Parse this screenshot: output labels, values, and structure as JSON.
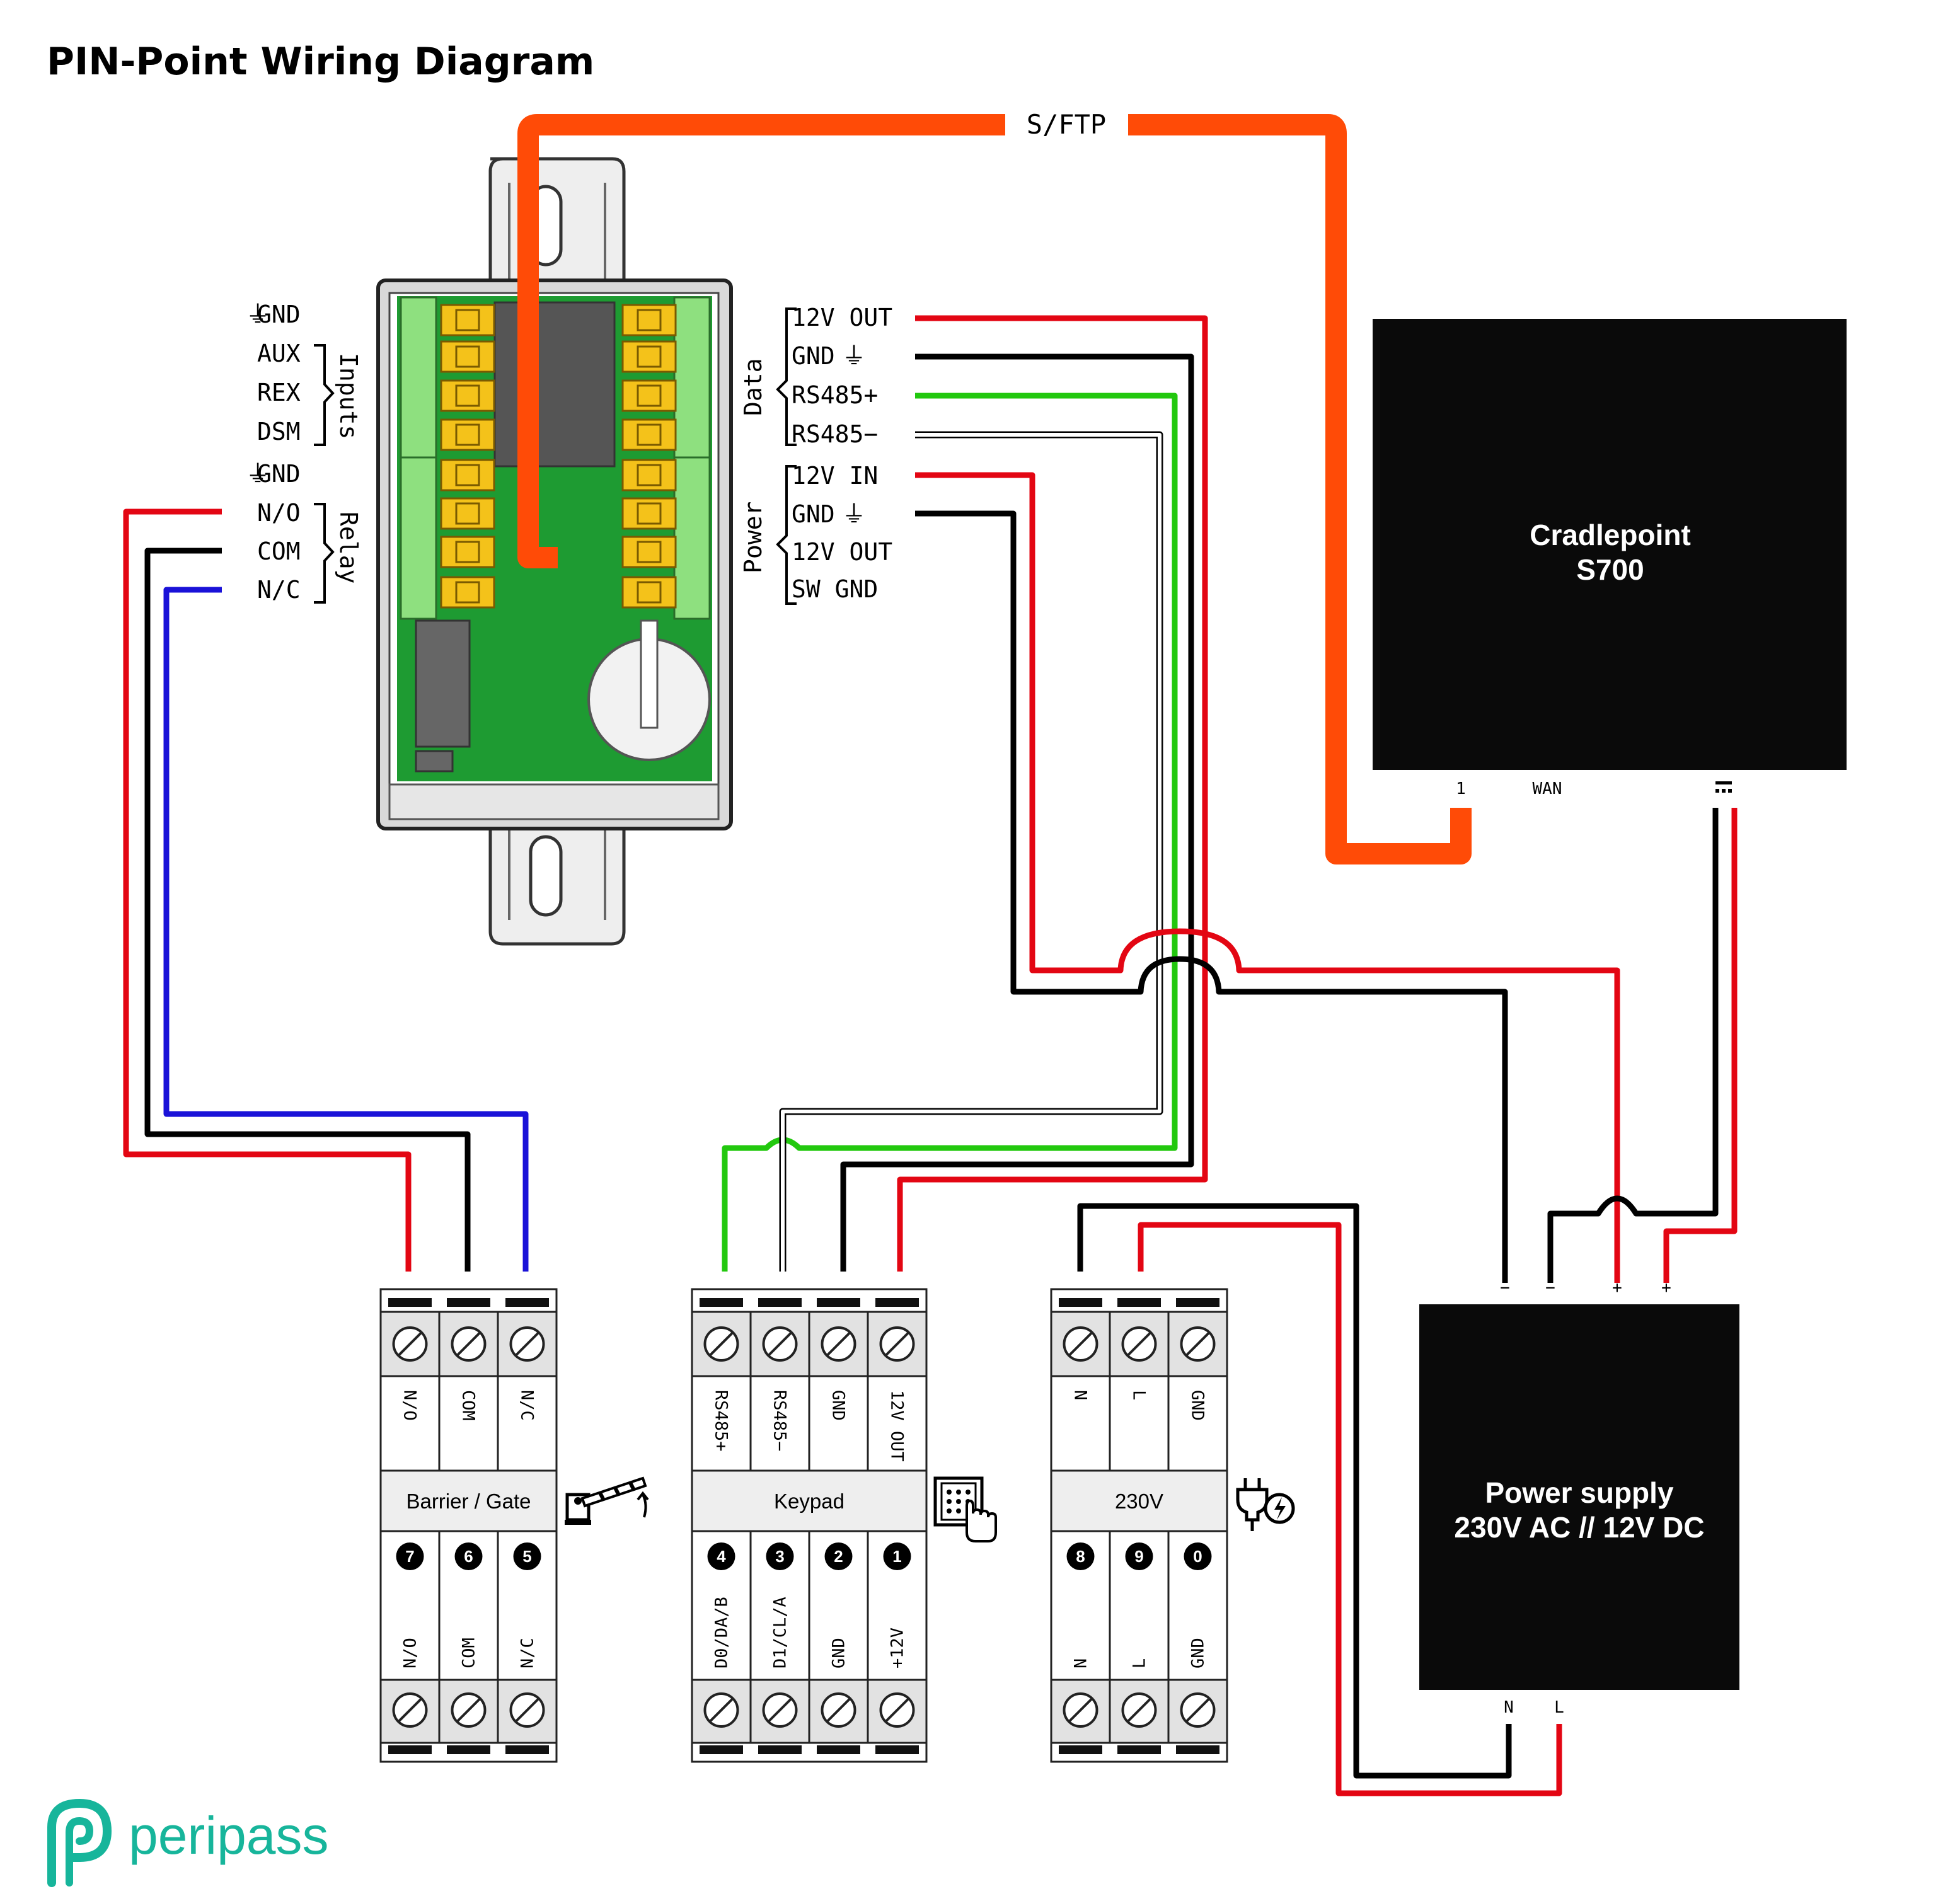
{
  "title": "PIN-Point Wiring Diagram",
  "colors": {
    "red": "#e30613",
    "black": "#000000",
    "green": "#22c80e",
    "blue": "#1a12d8",
    "orange": "#ff4b07",
    "pcb_green": "#1e9b32",
    "terminal_green": "#8ee07f",
    "terminal_yellow": "#f4c21a",
    "logo_teal": "#17b59b"
  },
  "cable_label": "S/FTP",
  "controller": {
    "left_terminals": {
      "gnd_top": "GND",
      "aux": "AUX",
      "rex": "REX",
      "dsm": "DSM",
      "gnd_mid": "GND",
      "no": "N/O",
      "com": "COM",
      "nc": "N/C"
    },
    "inputs_group": "Inputs",
    "relay_group": "Relay",
    "right_terminals": {
      "out12v_data": "12V OUT",
      "gnd_data": "GND",
      "rs485p": "RS485+",
      "rs485m": "RS485−",
      "in12v": "12V IN",
      "gnd_power": "GND",
      "out12v_power": "12V OUT",
      "sw_gnd": "SW GND"
    },
    "data_group": "Data",
    "power_group": "Power"
  },
  "router": {
    "name_line1": "Cradlepoint",
    "name_line2": "S700",
    "port_1": "1",
    "port_wan": "WAN",
    "dc_icon": "dc-power-icon"
  },
  "psu": {
    "name_line1": "Power supply",
    "name_line2": "230V AC // 12V DC",
    "top_terminals": [
      "−",
      "−",
      "+",
      "+"
    ],
    "bottom_terminals": [
      "N",
      "L"
    ]
  },
  "blocks": {
    "barrier": {
      "title": "Barrier / Gate",
      "icon": "barrier-gate-icon",
      "top_labels": [
        "N/O",
        "COM",
        "N/C"
      ],
      "numbers": [
        "7",
        "6",
        "5"
      ],
      "bottom_labels": [
        "N/O",
        "COM",
        "N/C"
      ]
    },
    "keypad": {
      "title": "Keypad",
      "icon": "keypad-icon",
      "top_labels": [
        "RS485+",
        "RS485−",
        "GND",
        "12V OUT"
      ],
      "numbers": [
        "4",
        "3",
        "2",
        "1"
      ],
      "bottom_labels": [
        "D0/DA/B",
        "D1/CL/A",
        "GND",
        "+12V"
      ]
    },
    "mains": {
      "title": "230V",
      "icon": "power-plug-icon",
      "top_labels": [
        "N",
        "L",
        "GND"
      ],
      "numbers": [
        "8",
        "9",
        "0"
      ],
      "bottom_labels": [
        "N",
        "L",
        "GND"
      ]
    }
  },
  "brand": {
    "logo_text": "peripass",
    "logo_icon": "peripass-logo-icon"
  }
}
